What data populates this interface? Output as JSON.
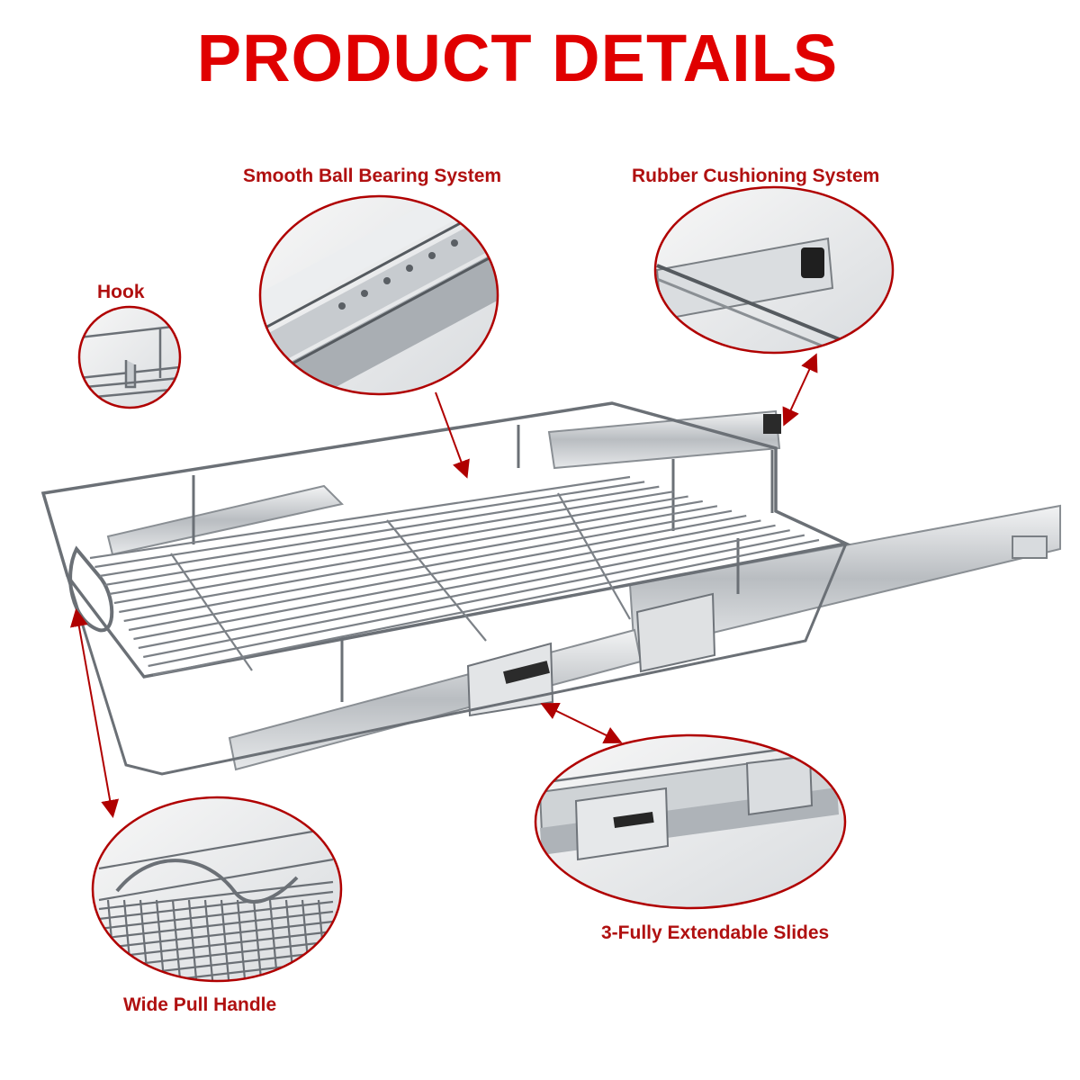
{
  "heading": "PRODUCT DETAILS",
  "labels": {
    "ball_bearing": "Smooth Ball Bearing System",
    "rubber_cushioning": "Rubber Cushioning System",
    "hook": "Hook",
    "slides": "3-Fully Extendable Slides",
    "pull_handle": "Wide Pull Handle"
  },
  "colors": {
    "accent": "#d00000",
    "label": "#b01010",
    "metal": "#9aa0a6",
    "metal_dark": "#4a4f55"
  },
  "icons": {
    "callouts": [
      "ball-bearing-detail",
      "rubber-cushion-detail",
      "hook-detail",
      "slide-detail",
      "pull-handle-detail"
    ]
  }
}
